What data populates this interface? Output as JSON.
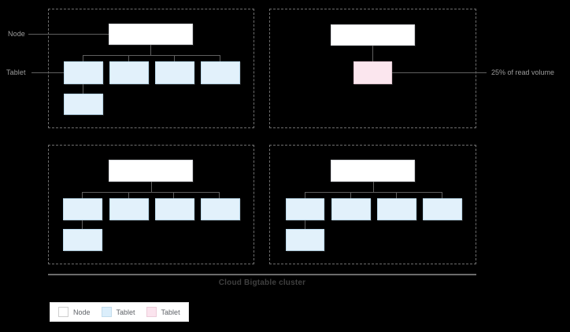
{
  "diagram": {
    "title": "Cloud Bigtable cluster",
    "side_labels": [
      {
        "key": "node",
        "text": "Node"
      },
      {
        "key": "tablet",
        "text": "Tablet"
      }
    ],
    "callouts": [
      {
        "key": "hot-tablet",
        "text": "25% of read volume"
      }
    ],
    "colors": {
      "background": "#000000",
      "node_fill": "#ffffff",
      "tablet_fill": "#e2f1fb",
      "hot_tablet_fill": "#fbe6ee",
      "connector": "#5f5f5f",
      "dashed_border": "#6e6e6e",
      "label_text": "#9e9e9e",
      "caption_text": "#3f3f3f"
    },
    "quadrants": [
      {
        "key": "top-left",
        "node_count": 1,
        "tablet_counts": {
          "primary_row": 4,
          "second_row": 1
        },
        "hot_tablets": 0
      },
      {
        "key": "top-right",
        "node_count": 1,
        "tablet_counts": {
          "primary_row": 0,
          "second_row": 0
        },
        "hot_tablets": 1
      },
      {
        "key": "bottom-left",
        "node_count": 1,
        "tablet_counts": {
          "primary_row": 4,
          "second_row": 1
        },
        "hot_tablets": 0
      },
      {
        "key": "bottom-right",
        "node_count": 1,
        "tablet_counts": {
          "primary_row": 4,
          "second_row": 1
        },
        "hot_tablets": 0
      }
    ]
  },
  "legend": {
    "items": [
      {
        "key": "node",
        "label": "Node",
        "swatch": "node"
      },
      {
        "key": "tablet",
        "label": "Tablet",
        "swatch": "tablet"
      },
      {
        "key": "hot-tablet",
        "label": "Tablet",
        "swatch": "hot"
      }
    ]
  }
}
